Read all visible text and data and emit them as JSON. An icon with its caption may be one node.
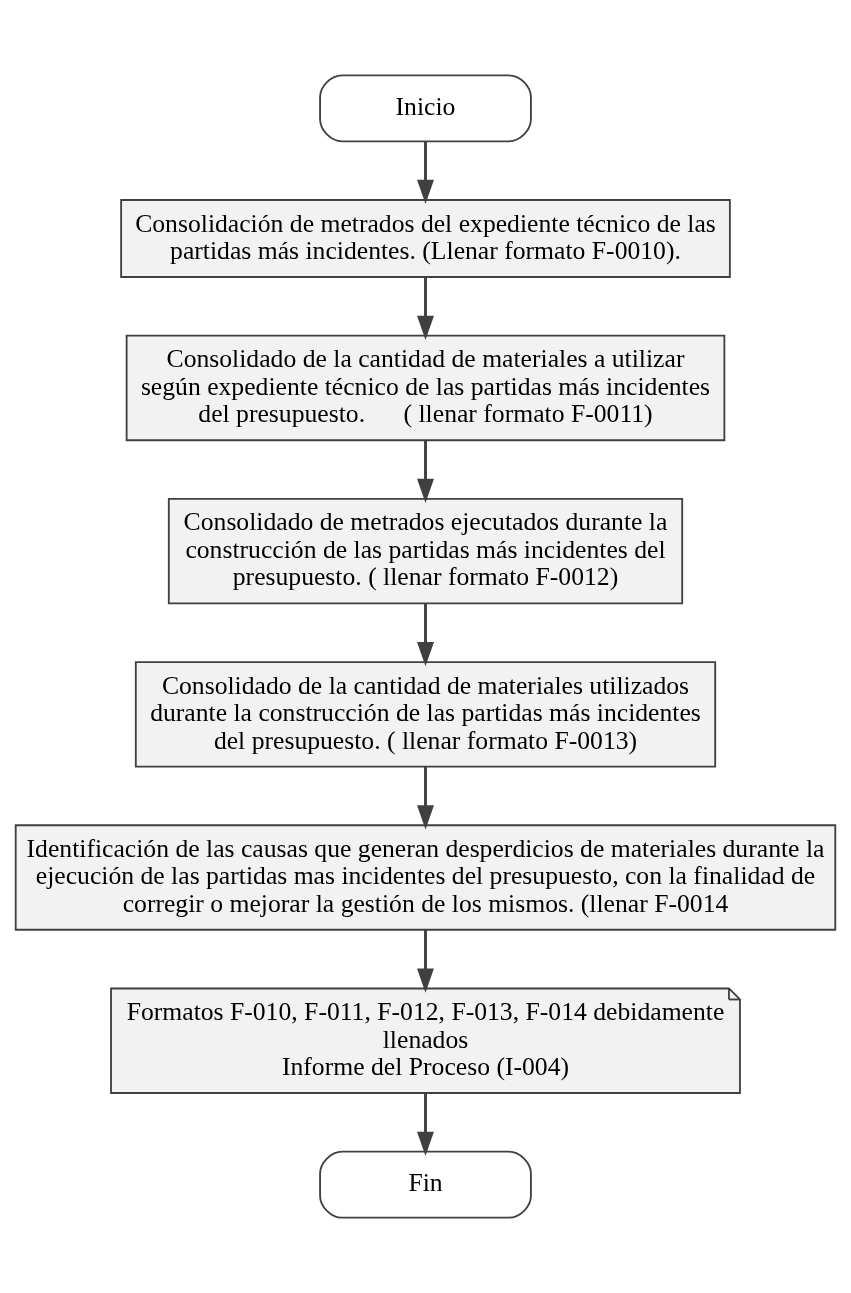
{
  "diagram": {
    "nodes": [
      {
        "text": [
          "Inicio"
        ]
      },
      {
        "text": [
          "Consolidación de metrados del expediente técnico de las partidas más incidentes. (Llenar formato F-0010)."
        ]
      },
      {
        "text": [
          "Consolidado de la cantidad de materiales a utilizar según expediente técnico de las partidas más incidentes del presupuesto.      ( llenar formato F-0011)"
        ]
      },
      {
        "text": [
          "Consolidado de metrados ejecutados durante la construcción de las partidas más incidentes del presupuesto. ( llenar formato F-0012)"
        ]
      },
      {
        "text": [
          "Consolidado de la cantidad de materiales utilizados durante la construcción de las partidas más incidentes del presupuesto. ( llenar formato F-0013)"
        ]
      },
      {
        "text": [
          "Identificación de las causas que generan desperdicios de materiales durante la ejecución de las partidas mas incidentes del presupuesto, con la finalidad de corregir o mejorar la gestión de los mismos. (llenar F-0014"
        ]
      },
      {
        "text": [
          "Formatos F-010, F-011, F-012, F-013, F-014 debidamente llenados",
          "Informe del Proceso (I-004)"
        ]
      },
      {
        "text": [
          "Fin"
        ]
      }
    ],
    "edges": [
      {
        "from": 0,
        "to": 1,
        "arrow": "to"
      },
      {
        "from": 1,
        "to": 2,
        "arrow": "to"
      },
      {
        "from": 2,
        "to": 3,
        "arrow": "to"
      },
      {
        "from": 3,
        "to": 4,
        "arrow": "to"
      },
      {
        "from": 4,
        "to": 5,
        "arrow": "to"
      },
      {
        "from": 5,
        "to": 6,
        "arrow": "to"
      },
      {
        "from": 6,
        "to": 7,
        "arrow": "to"
      }
    ]
  }
}
